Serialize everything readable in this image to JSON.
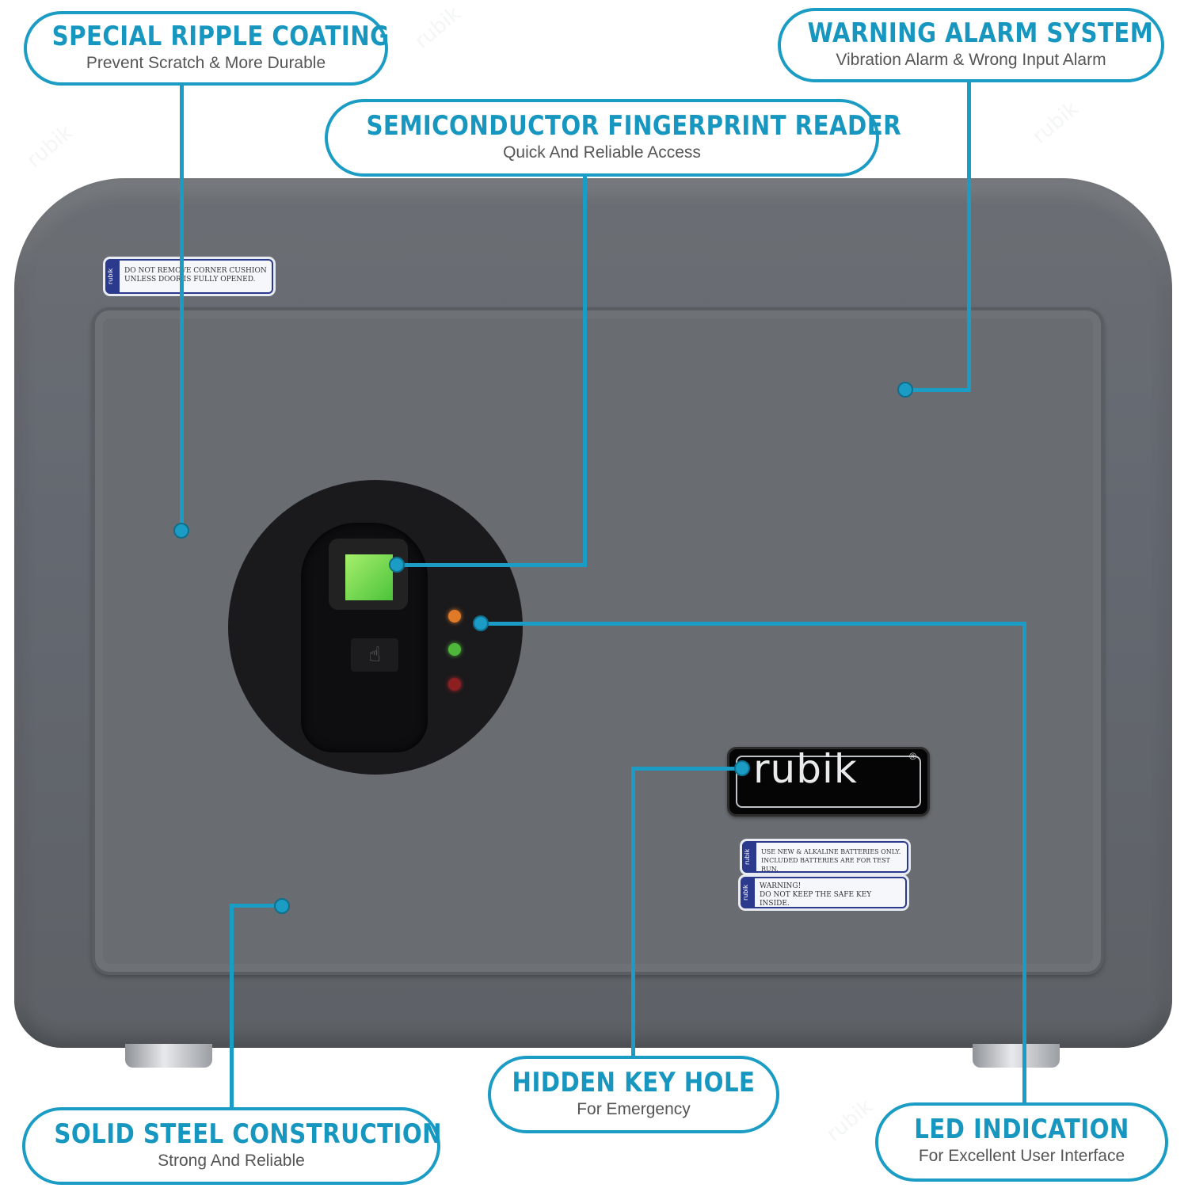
{
  "callouts": {
    "ripple": {
      "title": "SPECIAL RIPPLE COATING",
      "subtitle": "Prevent Scratch & More Durable"
    },
    "alarm": {
      "title": "WARNING ALARM SYSTEM",
      "subtitle": "Vibration Alarm & Wrong Input Alarm"
    },
    "fingerprint": {
      "title": "SEMICONDUCTOR FINGERPRINT READER",
      "subtitle": "Quick And Reliable Access"
    },
    "keyhole": {
      "title": "HIDDEN KEY HOLE",
      "subtitle": "For Emergency"
    },
    "steel": {
      "title": "SOLID STEEL CONSTRUCTION",
      "subtitle": "Strong And Reliable"
    },
    "led": {
      "title": "LED INDICATION",
      "subtitle": "For Excellent User Interface"
    }
  },
  "stickers": {
    "brand_tag": "rubik",
    "cushion": "DO NOT REMOVE CORNER CUSHION\nUNLESS DOOR IS FULLY OPENED.",
    "batteries": "USE NEW & ALKALINE BATTERIES ONLY.\nINCLUDED BATTERIES ARE FOR TEST RUN.",
    "warning": "WARNING!\nDO NOT KEEP THE SAFE KEY INSIDE."
  },
  "logo": {
    "text": "rubik",
    "registered": "®"
  },
  "watermark": "rubik",
  "icons": {
    "touch": "pointing-hand-icon"
  },
  "colors": {
    "accent": "#1a9cc4",
    "led_orange": "#e07a28",
    "led_green": "#4fb83a",
    "led_red": "#b8282c",
    "sensor_green": "#7ed957"
  }
}
